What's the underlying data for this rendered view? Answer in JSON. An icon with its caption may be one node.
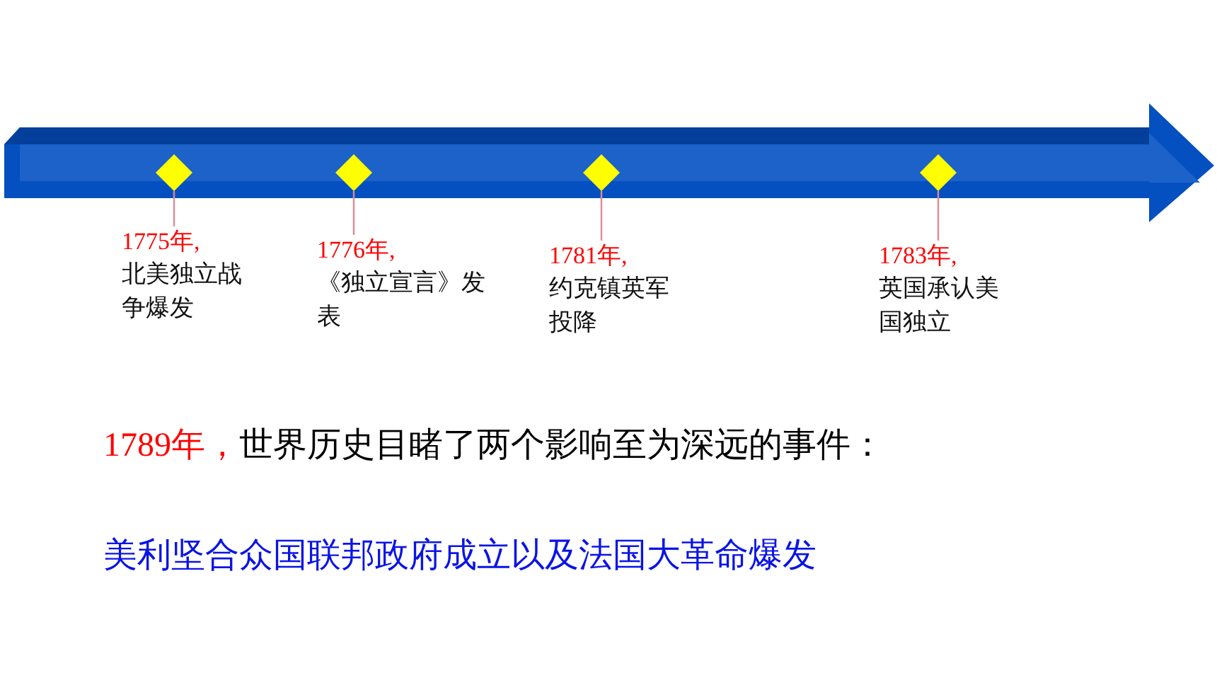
{
  "diagram": {
    "nodes": [
      {
        "text": [],
        "shape": "diamond"
      },
      {
        "text": [],
        "shape": "diamond"
      },
      {
        "text": [],
        "shape": "diamond"
      },
      {
        "text": [],
        "shape": "diamond"
      },
      {
        "text": [
          "1775年,",
          "北美独立战争爆发"
        ]
      },
      {
        "text": [
          "1776年,",
          "《独立宣言》发表"
        ]
      },
      {
        "text": [
          "1781年,",
          "约克镇英军投降"
        ]
      },
      {
        "text": [
          "1783年,",
          "英国承认美国独立"
        ]
      }
    ],
    "edges": [
      {
        "from": 4,
        "to": 0,
        "arrow": "none"
      },
      {
        "from": 5,
        "to": 1,
        "arrow": "none"
      },
      {
        "from": 6,
        "to": 2,
        "arrow": "none"
      },
      {
        "from": 7,
        "to": 3,
        "arrow": "none"
      }
    ],
    "labels": [
      "1789年，",
      "世界历史目睹了两个影响至为深远的事件：",
      "美利坚合众国联邦政府成立以及法国大革命爆发"
    ]
  }
}
